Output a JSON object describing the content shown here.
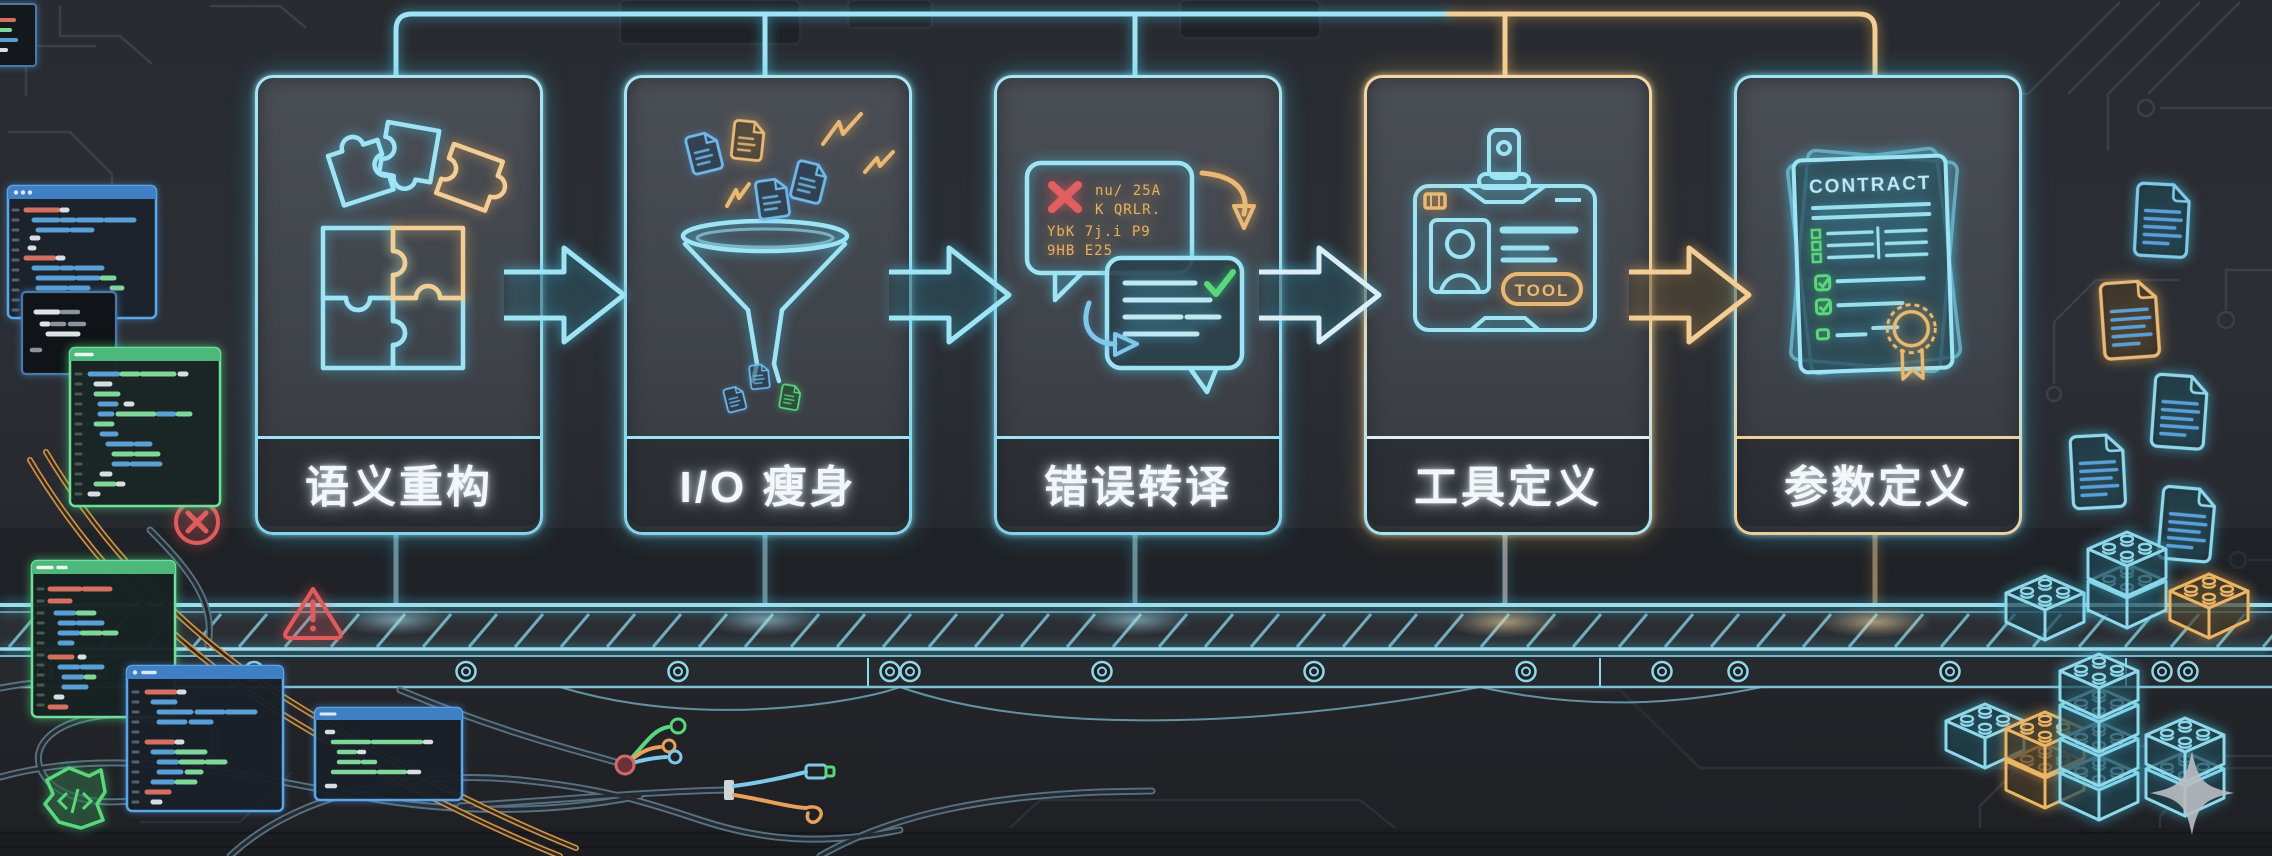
{
  "diagram": {
    "stages": [
      {
        "label": "语义重构",
        "icon": "puzzle-pieces-icon",
        "accent": "#9fe4f4"
      },
      {
        "label": "I/O 瘦身",
        "icon": "funnel-icon",
        "accent": "#9fe4f4"
      },
      {
        "label": "错误转译",
        "icon": "speech-bubbles-icon",
        "accent": "#9fe4f4"
      },
      {
        "label": "工具定义",
        "icon": "id-badge-icon",
        "accent": "#f2cd96"
      },
      {
        "label": "参数定义",
        "icon": "contract-icon",
        "accent": "#9fe4f4"
      }
    ],
    "icon_text": {
      "contract_title": "CONTRACT",
      "tool_badge_label": "TOOL",
      "garbled_error_lines": [
        "nu/ 25A",
        "K QRLR.",
        "YbK 7j.i P9",
        "9HB E25"
      ]
    },
    "colors": {
      "background": "#26292e",
      "neon_cyan": "#9fe4f4",
      "neon_orange": "#f2cd96",
      "alert_red": "#e05b5b",
      "success_green": "#58d87a",
      "code_blue": "#5a9fd6",
      "code_green": "#7fd79a"
    },
    "scene_elements": [
      "circuit-traces",
      "code-editor-windows",
      "conveyor-belt",
      "tangled-wires",
      "document-icons",
      "lego-bricks",
      "warning-triangle",
      "error-cross",
      "watermark-star"
    ]
  }
}
